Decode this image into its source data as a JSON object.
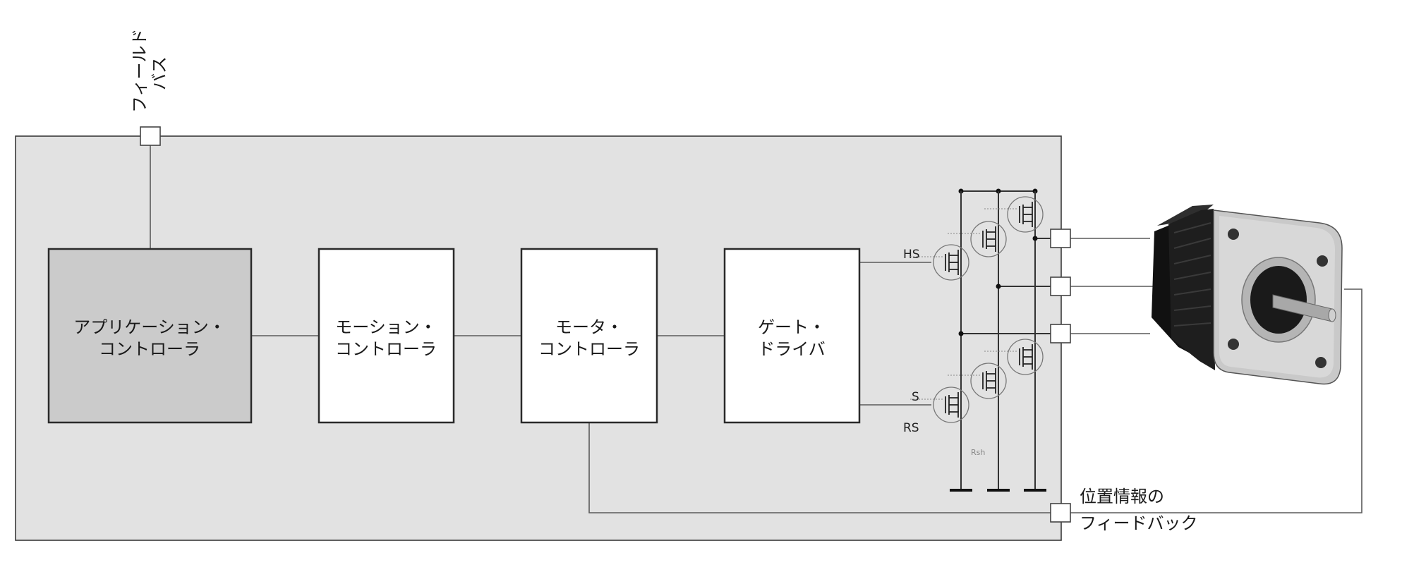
{
  "fieldbus": {
    "line1": "フィールド",
    "line2": "バス"
  },
  "blocks": {
    "application": {
      "line1": "アプリケーション・",
      "line2": "コントローラ"
    },
    "motion": {
      "line1": "モーション・",
      "line2": "コントローラ"
    },
    "motor_controller": {
      "line1": "モータ・",
      "line2": "コントローラ"
    },
    "gate_driver": {
      "line1": "ゲート・",
      "line2": "ドライバ"
    }
  },
  "signals": {
    "hs": "HS",
    "s": "S",
    "rs": "RS",
    "rsh": "Rsh"
  },
  "feedback": {
    "line1": "位置情報の",
    "line2": "フィードバック"
  },
  "colors": {
    "board": "#e2e2e2",
    "app_block": "#cbcbcb",
    "motor_body": "#1e1e1e",
    "motor_plate": "#c9c9c9"
  }
}
